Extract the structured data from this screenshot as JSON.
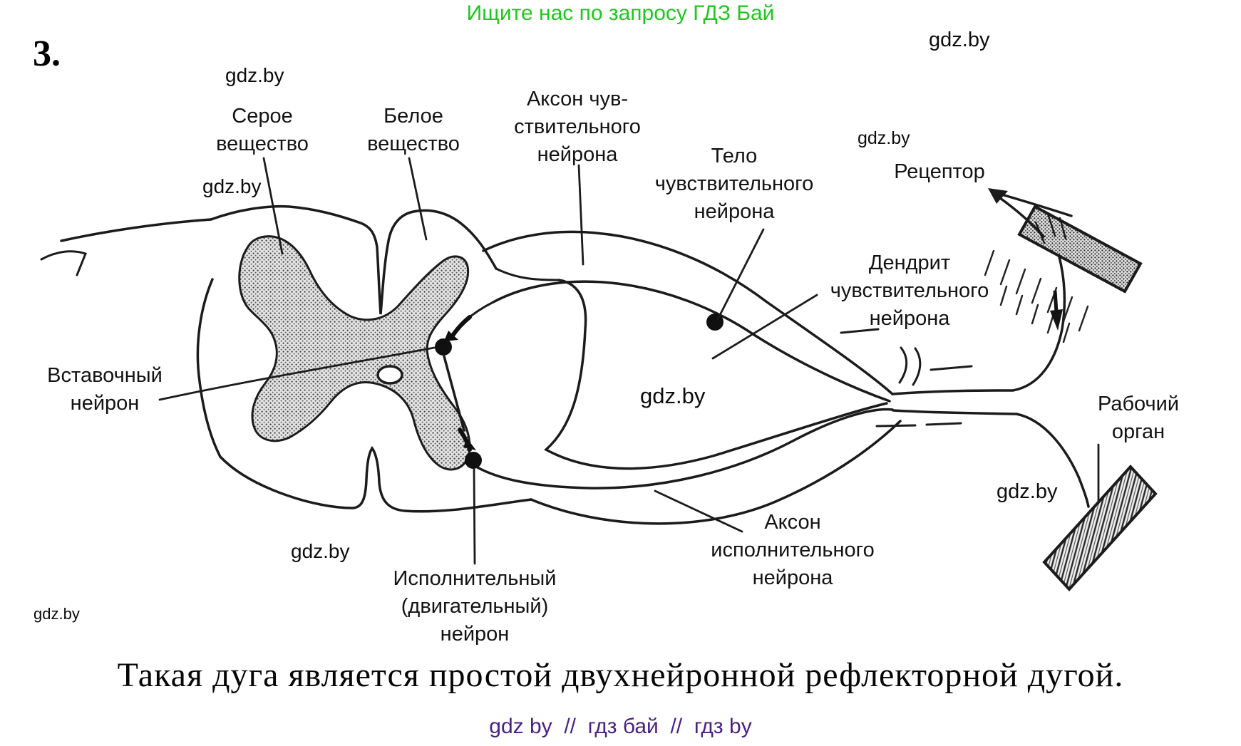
{
  "header": {
    "promo": "Ищите нас по запросу ГДЗ Бай",
    "watermark_top_right": "gdz.by",
    "item_number": "3."
  },
  "figure": {
    "labels": {
      "gray_matter": [
        "Серое",
        "вещество"
      ],
      "white_matter": [
        "Белое",
        "вещество"
      ],
      "sensory_axon": [
        "Аксон чув-",
        "ствительного",
        "нейрона"
      ],
      "sensory_body": [
        "Тело",
        "чувствительного",
        "нейрона"
      ],
      "receptor": [
        "Рецептор"
      ],
      "sensory_dendrite": [
        "Дендрит",
        "чувствительного",
        "нейрона"
      ],
      "interneuron": [
        "Вставочный",
        "нейрон"
      ],
      "working_organ": [
        "Рабочий",
        "орган"
      ],
      "motor_axon": [
        "Аксон",
        "исполнительного",
        "нейрона"
      ],
      "motor_neuron": [
        "Исполнительный",
        "(двигательный)",
        "нейрон"
      ]
    },
    "watermarks": {
      "w1": "gdz.by",
      "w2": "gdz.by",
      "w3": "gdz.by",
      "w4": "gdz.by",
      "w5": "gdz.by",
      "w6": "gdz.by",
      "w7": "gdz.by"
    }
  },
  "caption": "Такая дуга является простой двухнейронной рефлекторной дугой.",
  "footer": "gdz by  //  гдз бай  //  гдз by",
  "colors": {
    "promo_green": "#1ec81e",
    "footer_purple": "#4b2183",
    "ink": "#1b1b1b"
  }
}
